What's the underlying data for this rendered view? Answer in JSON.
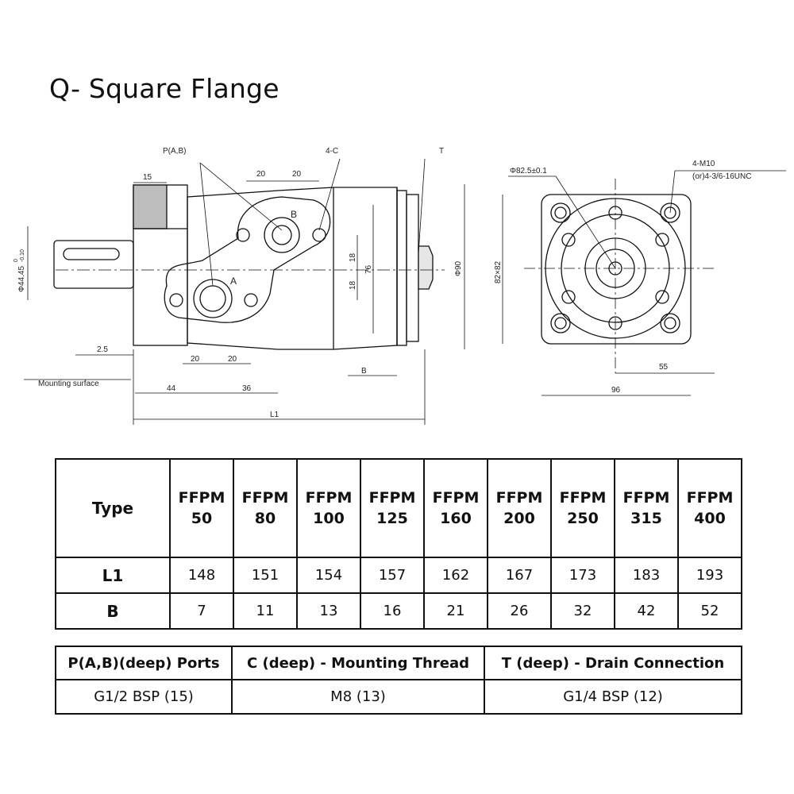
{
  "page": {
    "title": "Q- Square Flange"
  },
  "drawing": {
    "labels": {
      "ports": "P(A,B)",
      "thread": "4-C",
      "drain": "T",
      "dim_15": "15",
      "dim_20": "20",
      "dim_18": "18",
      "dim_76": "76",
      "dim_phi90": "Φ90",
      "dim_2_5": "2.5",
      "dim_44": "44",
      "dim_36": "36",
      "dim_b": "B",
      "dim_l1": "L1",
      "shaft_dia": "Φ44.45",
      "shaft_tol_upper": "0",
      "shaft_tol_lower": "-0.10",
      "mounting_surface": "Mounting surface",
      "port_a": "A",
      "port_b": "B",
      "pcd": "Φ82.5±0.1",
      "bolt_spec": "4-M10",
      "bolt_alt": "(or)4-3/6-16UNC",
      "square": "82×82",
      "dim_55": "55",
      "dim_96": "96"
    }
  },
  "table_dimensions": {
    "header_label": "Type",
    "types": [
      [
        "FFPM",
        "50"
      ],
      [
        "FFPM",
        "80"
      ],
      [
        "FFPM",
        "100"
      ],
      [
        "FFPM",
        "125"
      ],
      [
        "FFPM",
        "160"
      ],
      [
        "FFPM",
        "200"
      ],
      [
        "FFPM",
        "250"
      ],
      [
        "FFPM",
        "315"
      ],
      [
        "FFPM",
        "400"
      ]
    ],
    "rows": [
      {
        "label": "L1",
        "values": [
          "148",
          "151",
          "154",
          "157",
          "162",
          "167",
          "173",
          "183",
          "193"
        ]
      },
      {
        "label": "B",
        "values": [
          "7",
          "11",
          "13",
          "16",
          "21",
          "26",
          "32",
          "42",
          "52"
        ]
      }
    ]
  },
  "table_connections": {
    "headers": [
      "P(A,B)(deep) Ports",
      "C (deep) - Mounting Thread",
      "T (deep) - Drain Connection"
    ],
    "values": [
      "G1/2 BSP (15)",
      "M8 (13)",
      "G1/4 BSP (12)"
    ]
  }
}
